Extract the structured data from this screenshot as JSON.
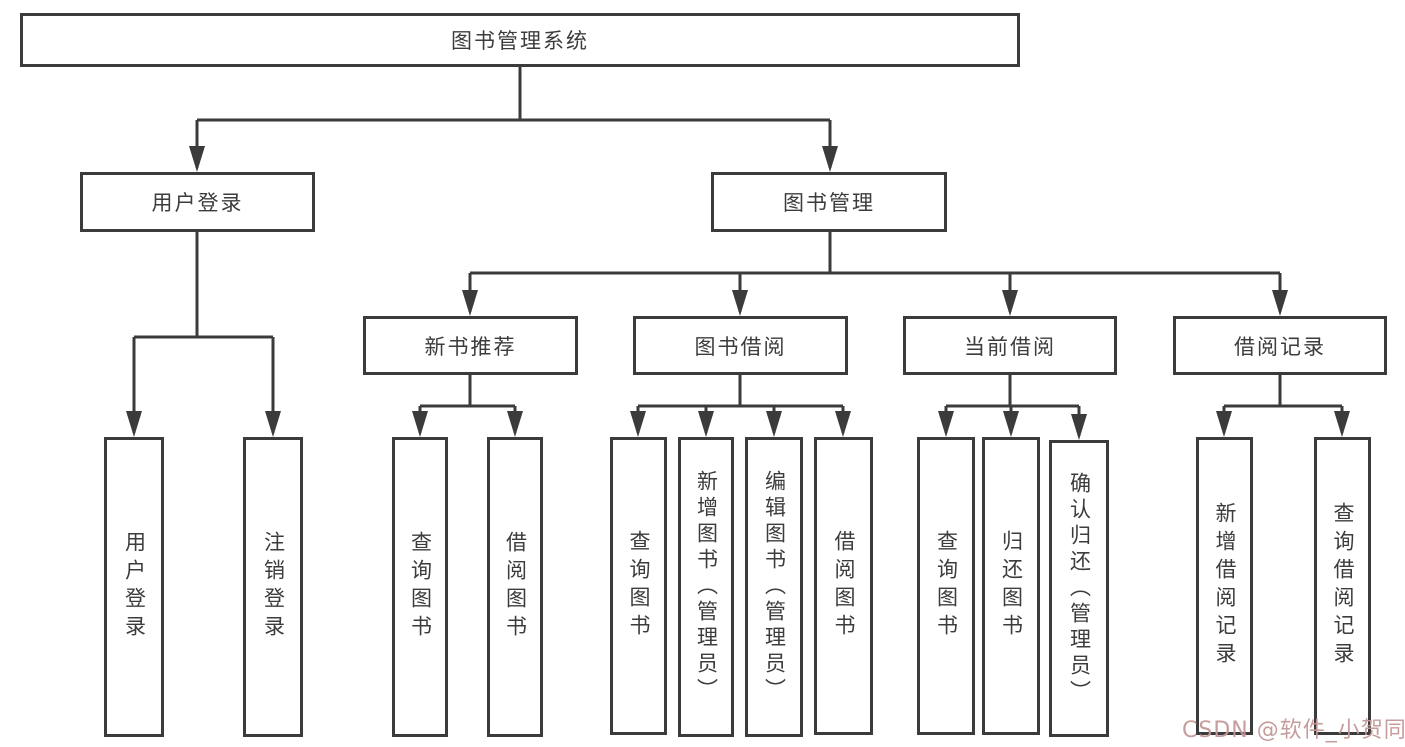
{
  "diagram": {
    "title": "图书管理系统",
    "root": {
      "label": "图书管理系统",
      "children": [
        {
          "label": "用户登录",
          "children": [
            {
              "label": "用户登录"
            },
            {
              "label": "注销登录"
            }
          ]
        },
        {
          "label": "图书管理",
          "children": [
            {
              "label": "新书推荐",
              "children": [
                {
                  "label": "查询图书"
                },
                {
                  "label": "借阅图书"
                }
              ]
            },
            {
              "label": "图书借阅",
              "children": [
                {
                  "label": "查询图书"
                },
                {
                  "label": "新增图书（管理员）"
                },
                {
                  "label": "编辑图书（管理员）"
                },
                {
                  "label": "借阅图书"
                }
              ]
            },
            {
              "label": "当前借阅",
              "children": [
                {
                  "label": "查询图书"
                },
                {
                  "label": "归还图书"
                },
                {
                  "label": "确认归还（管理员）"
                }
              ]
            },
            {
              "label": "借阅记录",
              "children": [
                {
                  "label": "新增借阅记录"
                },
                {
                  "label": "查询借阅记录"
                }
              ]
            }
          ]
        }
      ]
    }
  },
  "watermark": {
    "text": "CSDN @软件_小贺同学"
  },
  "colors": {
    "line": "#3b3b3b",
    "box_border": "#3b3b3b",
    "text": "#3c3c3c",
    "background": "#ffffff",
    "watermark": "#c49898"
  }
}
